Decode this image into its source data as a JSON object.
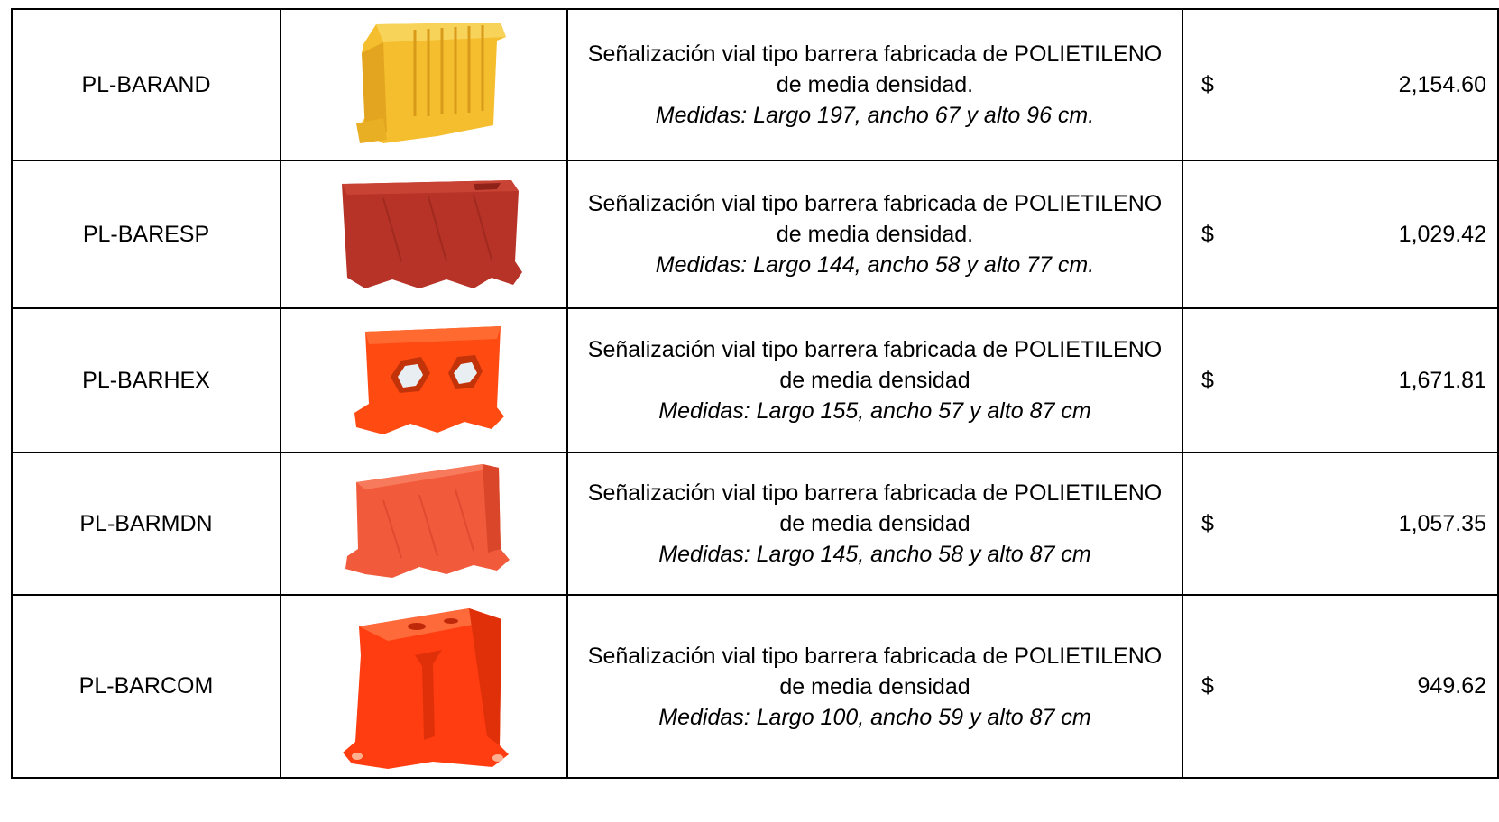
{
  "colors": {
    "border": "#000000",
    "yellow": "#F4BE2E",
    "brick_red": "#B73227",
    "orange_red": "#FF4A12",
    "salmon": "#F25A3C",
    "red_orange": "#FF3D10"
  },
  "products": [
    {
      "code": "PL-BARAND",
      "image": "yellow-barrier-icon",
      "desc_line1": "Señalización vial tipo barrera fabricada de POLIETILENO",
      "desc_line2": "de media densidad.",
      "spec": "Medidas: Largo 197, ancho 67 y alto 96 cm.",
      "currency": "$",
      "price": "2,154.60"
    },
    {
      "code": "PL-BARESP",
      "image": "red-barrier-icon",
      "desc_line1": "Señalización vial tipo barrera fabricada de POLIETILENO",
      "desc_line2": "de media densidad.",
      "spec": "Medidas: Largo 144, ancho 58 y alto 77 cm.",
      "currency": "$",
      "price": "1,029.42"
    },
    {
      "code": "PL-BARHEX",
      "image": "hexagon-barrier-icon",
      "desc_line1": "Señalización vial tipo barrera fabricada de POLIETILENO",
      "desc_line2": "de media densidad",
      "spec": "Medidas: Largo 155, ancho 57 y alto 87 cm",
      "currency": "$",
      "price": "1,671.81"
    },
    {
      "code": "PL-BARMDN",
      "image": "orange-barrier-icon",
      "desc_line1": "Señalización vial tipo barrera fabricada de POLIETILENO",
      "desc_line2": "de media densidad",
      "spec": "Medidas: Largo 145, ancho 58 y alto 87 cm",
      "currency": "$",
      "price": "1,057.35"
    },
    {
      "code": "PL-BARCOM",
      "image": "compact-barrier-icon",
      "desc_line1": "Señalización vial tipo barrera fabricada de POLIETILENO",
      "desc_line2": "de media densidad",
      "spec": "Medidas: Largo 100, ancho 59 y alto 87 cm",
      "currency": "$",
      "price": "949.62"
    }
  ]
}
